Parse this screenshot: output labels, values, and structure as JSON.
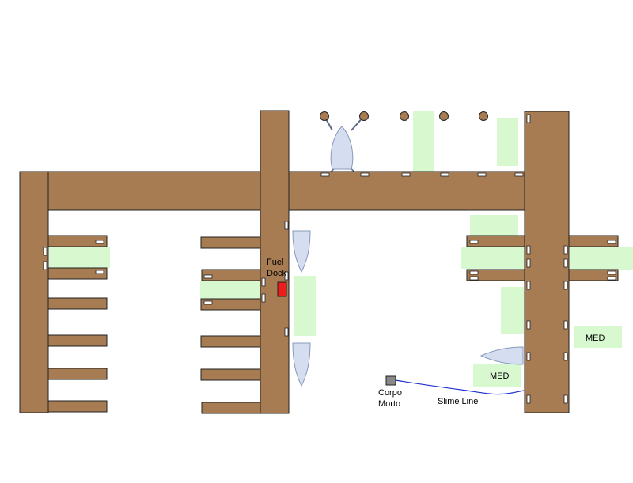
{
  "labels": {
    "fuel_dock_line1": "Fuel",
    "fuel_dock_line2": "Dock",
    "corpo_morto_line1": "Corpo",
    "corpo_morto_line2": "Morto",
    "slime_line": "Slime Line",
    "med_1": "MED",
    "med_2": "MED"
  },
  "colors": {
    "dock_wood": "#a77c52",
    "dock_outline": "#222222",
    "berth_zone": "#d8f8d0",
    "boat_hull": "#d4def0",
    "boat_outline": "#8899bb",
    "bollard": "#a77c52",
    "cleat": "#ffffff",
    "fuel_pump": "#ee1c1c",
    "anchor_block": "#888888",
    "slime_line": "#1a2ecc",
    "mooring_line": "#5a6a88"
  }
}
